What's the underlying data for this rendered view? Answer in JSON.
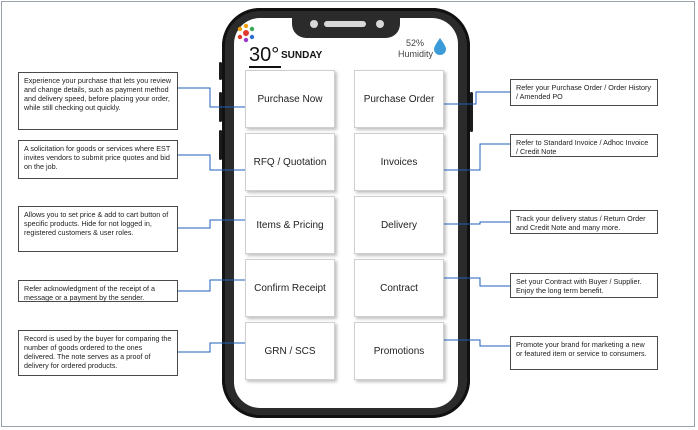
{
  "status": {
    "temperature": "30°",
    "day": "SUNDAY",
    "humidity_value": "52%",
    "humidity_label": "Humidity"
  },
  "tiles": [
    {
      "label": "Purchase Now"
    },
    {
      "label": "Purchase Order"
    },
    {
      "label": "RFQ / Quotation"
    },
    {
      "label": "Invoices"
    },
    {
      "label": "Items & Pricing"
    },
    {
      "label": "Delivery"
    },
    {
      "label": "Confirm Receipt"
    },
    {
      "label": "Contract"
    },
    {
      "label": "GRN / SCS"
    },
    {
      "label": "Promotions"
    }
  ],
  "notes_left": [
    {
      "text": "Experience your purchase that lets you review and change details, such as payment method and delivery speed, before placing your order, while still checking out quickly."
    },
    {
      "text": "A solicitation for goods or services where EST invites vendors to submit price quotes and bid on the job."
    },
    {
      "text": "Allows you to set price & add to cart button of specific products. Hide for not logged in, registered customers & user roles."
    },
    {
      "text": "Refer acknowledgment of the receipt of a message or a payment by the sender."
    },
    {
      "text": "Record is used by the buyer for comparing the number of goods ordered to the ones delivered. The note serves as a proof of delivery for ordered products."
    }
  ],
  "notes_right": [
    {
      "text": "Refer your Purchase Order / Order History / Amended PO"
    },
    {
      "text": "Refer to Standard Invoice / Adhoc Invoice / Credit Note"
    },
    {
      "text": "Track your delivery status  / Return Order and Credit Note and many more."
    },
    {
      "text": "Set your Contract with Buyer / Supplier. Enjoy the long term benefit."
    },
    {
      "text": "Promote your brand for marketing a new or featured item or service to consumers."
    }
  ],
  "colors": {
    "connector": "#1f5fbf",
    "phone_body": "#2b2b2b",
    "drop": "#3a9bd8"
  }
}
